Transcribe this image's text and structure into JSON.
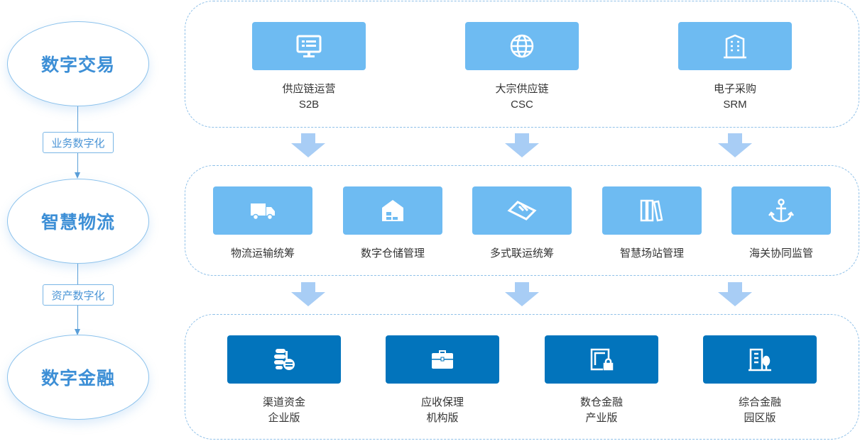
{
  "stages": [
    {
      "label": "数字交易"
    },
    {
      "label": "智慧物流"
    },
    {
      "label": "数字金融"
    }
  ],
  "transitions": [
    {
      "label": "业务数字化"
    },
    {
      "label": "资产数字化"
    }
  ],
  "row1": [
    {
      "icon": "monitor-icon",
      "line1": "供应链运营",
      "line2": "S2B"
    },
    {
      "icon": "globe-icon",
      "line1": "大宗供应链",
      "line2": "CSC"
    },
    {
      "icon": "building-icon",
      "line1": "电子采购",
      "line2": "SRM"
    }
  ],
  "row2": [
    {
      "icon": "truck-icon",
      "line1": "物流运输统筹"
    },
    {
      "icon": "warehouse-icon",
      "line1": "数字仓储管理"
    },
    {
      "icon": "handshake-icon",
      "line1": "多式联运统筹"
    },
    {
      "icon": "books-icon",
      "line1": "智慧场站管理"
    },
    {
      "icon": "anchor-icon",
      "line1": "海关协同监管"
    }
  ],
  "row3": [
    {
      "icon": "coins-icon",
      "line1": "渠道资金",
      "line2": "企业版"
    },
    {
      "icon": "briefcase-icon",
      "line1": "应收保理",
      "line2": "机构版"
    },
    {
      "icon": "secure-storage-icon",
      "line1": "数仓金融",
      "line2": "产业版"
    },
    {
      "icon": "park-icon",
      "line1": "综合金融",
      "line2": "园区版"
    }
  ],
  "colors": {
    "light_card": "#6ebbf2",
    "dark_card": "#0274bc",
    "arrow": "#a8cdf5",
    "accent": "#3d8fd6"
  }
}
